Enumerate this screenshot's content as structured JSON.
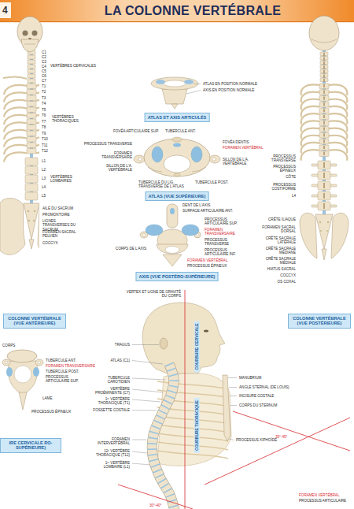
{
  "diagram": {
    "title": "LA COLONNE VERTÉBRALE",
    "nodes": [
      {
        "text": [
          "ATLAS ET AXIS ARTICULÉS"
        ]
      },
      {
        "text": [
          "ATLAS (VUE SUPÉRIEURE)"
        ]
      },
      {
        "text": [
          "AXIS (VUE POSTÉRO-SUPÉRIEURE)"
        ]
      },
      {
        "text": [
          "COLONNE VERTÉBRALE (VUE ANTÉRIEURE)"
        ]
      },
      {
        "text": [
          "COLONNE VERTÉBRALE (VUE POSTÉRIEURE)"
        ]
      },
      {
        "text": [
          "IRE CERVICALE RO-SUPÉRIEURE)"
        ]
      }
    ],
    "labels": [
      "4",
      "C1",
      "C2",
      "C3",
      "C4",
      "C5",
      "C6",
      "C7",
      "T1",
      "T2",
      "T3",
      "T4",
      "T5",
      "T6",
      "T7",
      "T8",
      "T9",
      "T10",
      "T11",
      "T12",
      "L1",
      "L2",
      "L3",
      "L4",
      "L5",
      "VERTÈBRES CERVICALES",
      "VERTÈBRES THORACIQUES",
      "VERTÈBRES LOMBAIRES",
      "AILE DU SACRUM",
      "PROMONTOIRE",
      "LIGNES TRANSVERSES DU SACRUM",
      "FORAMEN SACRAL PELVIEN",
      "COCCYX",
      "ATLAS EN POSITION NORMALE",
      "AXIS EN POSITION NORMALE",
      "FOVÉA ARTICULAIRE SUP.",
      "TUBERCULE ANT.",
      "PROCESSUS TRANSVERSE",
      "FOVÉA DENTIS",
      "FORAMEN VERTÉBRAL",
      "FORAMEN TRANSVERSAIRE",
      "SILLON DE L'A. VERTÉBRALE",
      "SILLON DE L'A. VERTÉBRALE",
      "TUBERCULE DU LIG. TRANSVERSE DE L'ATLAS",
      "TUBERCULE POST.",
      "DENT DE L'AXIS",
      "SURFACE ARTICULAIRE ANT.",
      "PROCESSUS ARTICULAIRE SUP.",
      "FORAMEN TRANSVERSAIRE",
      "PROCESSUS TRANSVERSE",
      "PROCESSUS ARTICULAIRE INF.",
      "FORAMEN VERTÉBRAL",
      "PROCESSUS ÉPINEUX",
      "CORPS DE L'AXIS",
      "PROCESSUS TRANSVERSE",
      "PROCESSUS ÉPINEUX",
      "CÔTE",
      "PROCESSUS COSTIFORME",
      "L4",
      "CRÊTE ILIAQUE",
      "FORAMEN SACRAL DORSAL",
      "CRÊTE SACRALE LATÉRALE",
      "CRÊTE SACRALE MÉDIANE",
      "CRÊTE SACRALE MÉDIALE",
      "HIATUS SACRAL",
      "COCCYX",
      "OS COXAL",
      "CORPS",
      "TUBERCULE ANT.",
      "FORAMEN TRANSVERSAIRE",
      "TUBERCULE POST.",
      "PROCESSUS ARTICULAIRE SUP.",
      "LAME",
      "PROCESSUS ÉPINEUX",
      "VERTEX ET LIGNE DE GRAVITÉ DU CORPS",
      "TRAGUS",
      "ATLAS (C1)",
      "TUBERCULE CAROTIDIEN",
      "VERTÈBRE PROÉMINENTE (C7)",
      "1ʳᵉ VERTÈBRE THORACIQUE (T1)",
      "FOSSETTE COSTALE",
      "FORAMEN INTERVERTÉBRAL",
      "12ᵉ VERTÈBRE THORACIQUE (T12)",
      "1ʳᵉ VERTÈBRE LOMBAIRE (L1)",
      "MANUBRIUM",
      "ANGLE STERNAL (DE LOUIS)",
      "INCISURE COSTALE",
      "CORPS DU STERNUM",
      "PROCESSUS XIPHOÏDE",
      "35°-45°",
      "30°-40°",
      "COURBURE CERVICALE",
      "COURBURE THORACIQUE",
      "FORAMEN VERTÉBRAL",
      "PROCESSUS ARTICULAIRE"
    ]
  }
}
